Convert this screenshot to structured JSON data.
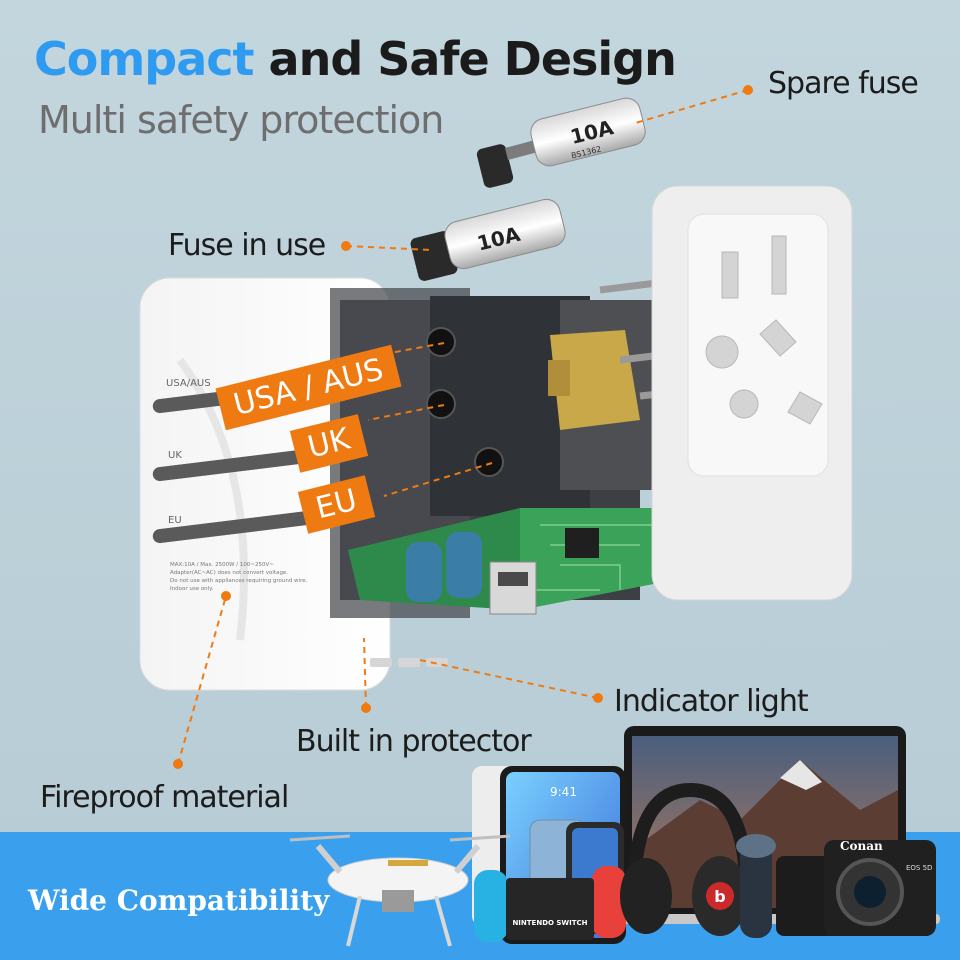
{
  "header": {
    "title_accent": "Compact",
    "title_rest": "and Safe Design",
    "subtitle": "Multi safety protection"
  },
  "callouts": {
    "spare_fuse": "Spare fuse",
    "fuse_in_use": "Fuse in use",
    "indicator_light": "Indicator light",
    "built_in_protector": "Built in protector",
    "fireproof_material": "Fireproof material"
  },
  "plug_tags": {
    "usa_aus": "USA / AUS",
    "uk": "UK",
    "eu": "EU"
  },
  "body_labels": {
    "usa_aus": "USA/AUS",
    "uk": "UK",
    "eu": "EU",
    "fine_print": [
      "MAX:10A / Max. 2500W / 100~250V~",
      "Adapter(AC~AC) does not convert voltage.",
      "Do not use with appliances requiring ground wire.",
      "Indoor use only."
    ]
  },
  "fuse": {
    "rating": "10A",
    "code": "BS1362"
  },
  "banner": {
    "label": "Wide Compatibility"
  },
  "devices": {
    "tablet_time": "9:41",
    "console_brand": "NINTENDO SWITCH",
    "headphone_logo": "b",
    "camera_brand": "Conan",
    "camera_badge": "EOS 5D"
  },
  "colors": {
    "accent_blue": "#2e9bf0",
    "accent_orange": "#f07a12",
    "banner_blue": "#3aa0ee",
    "background": "#bcd1d9"
  }
}
